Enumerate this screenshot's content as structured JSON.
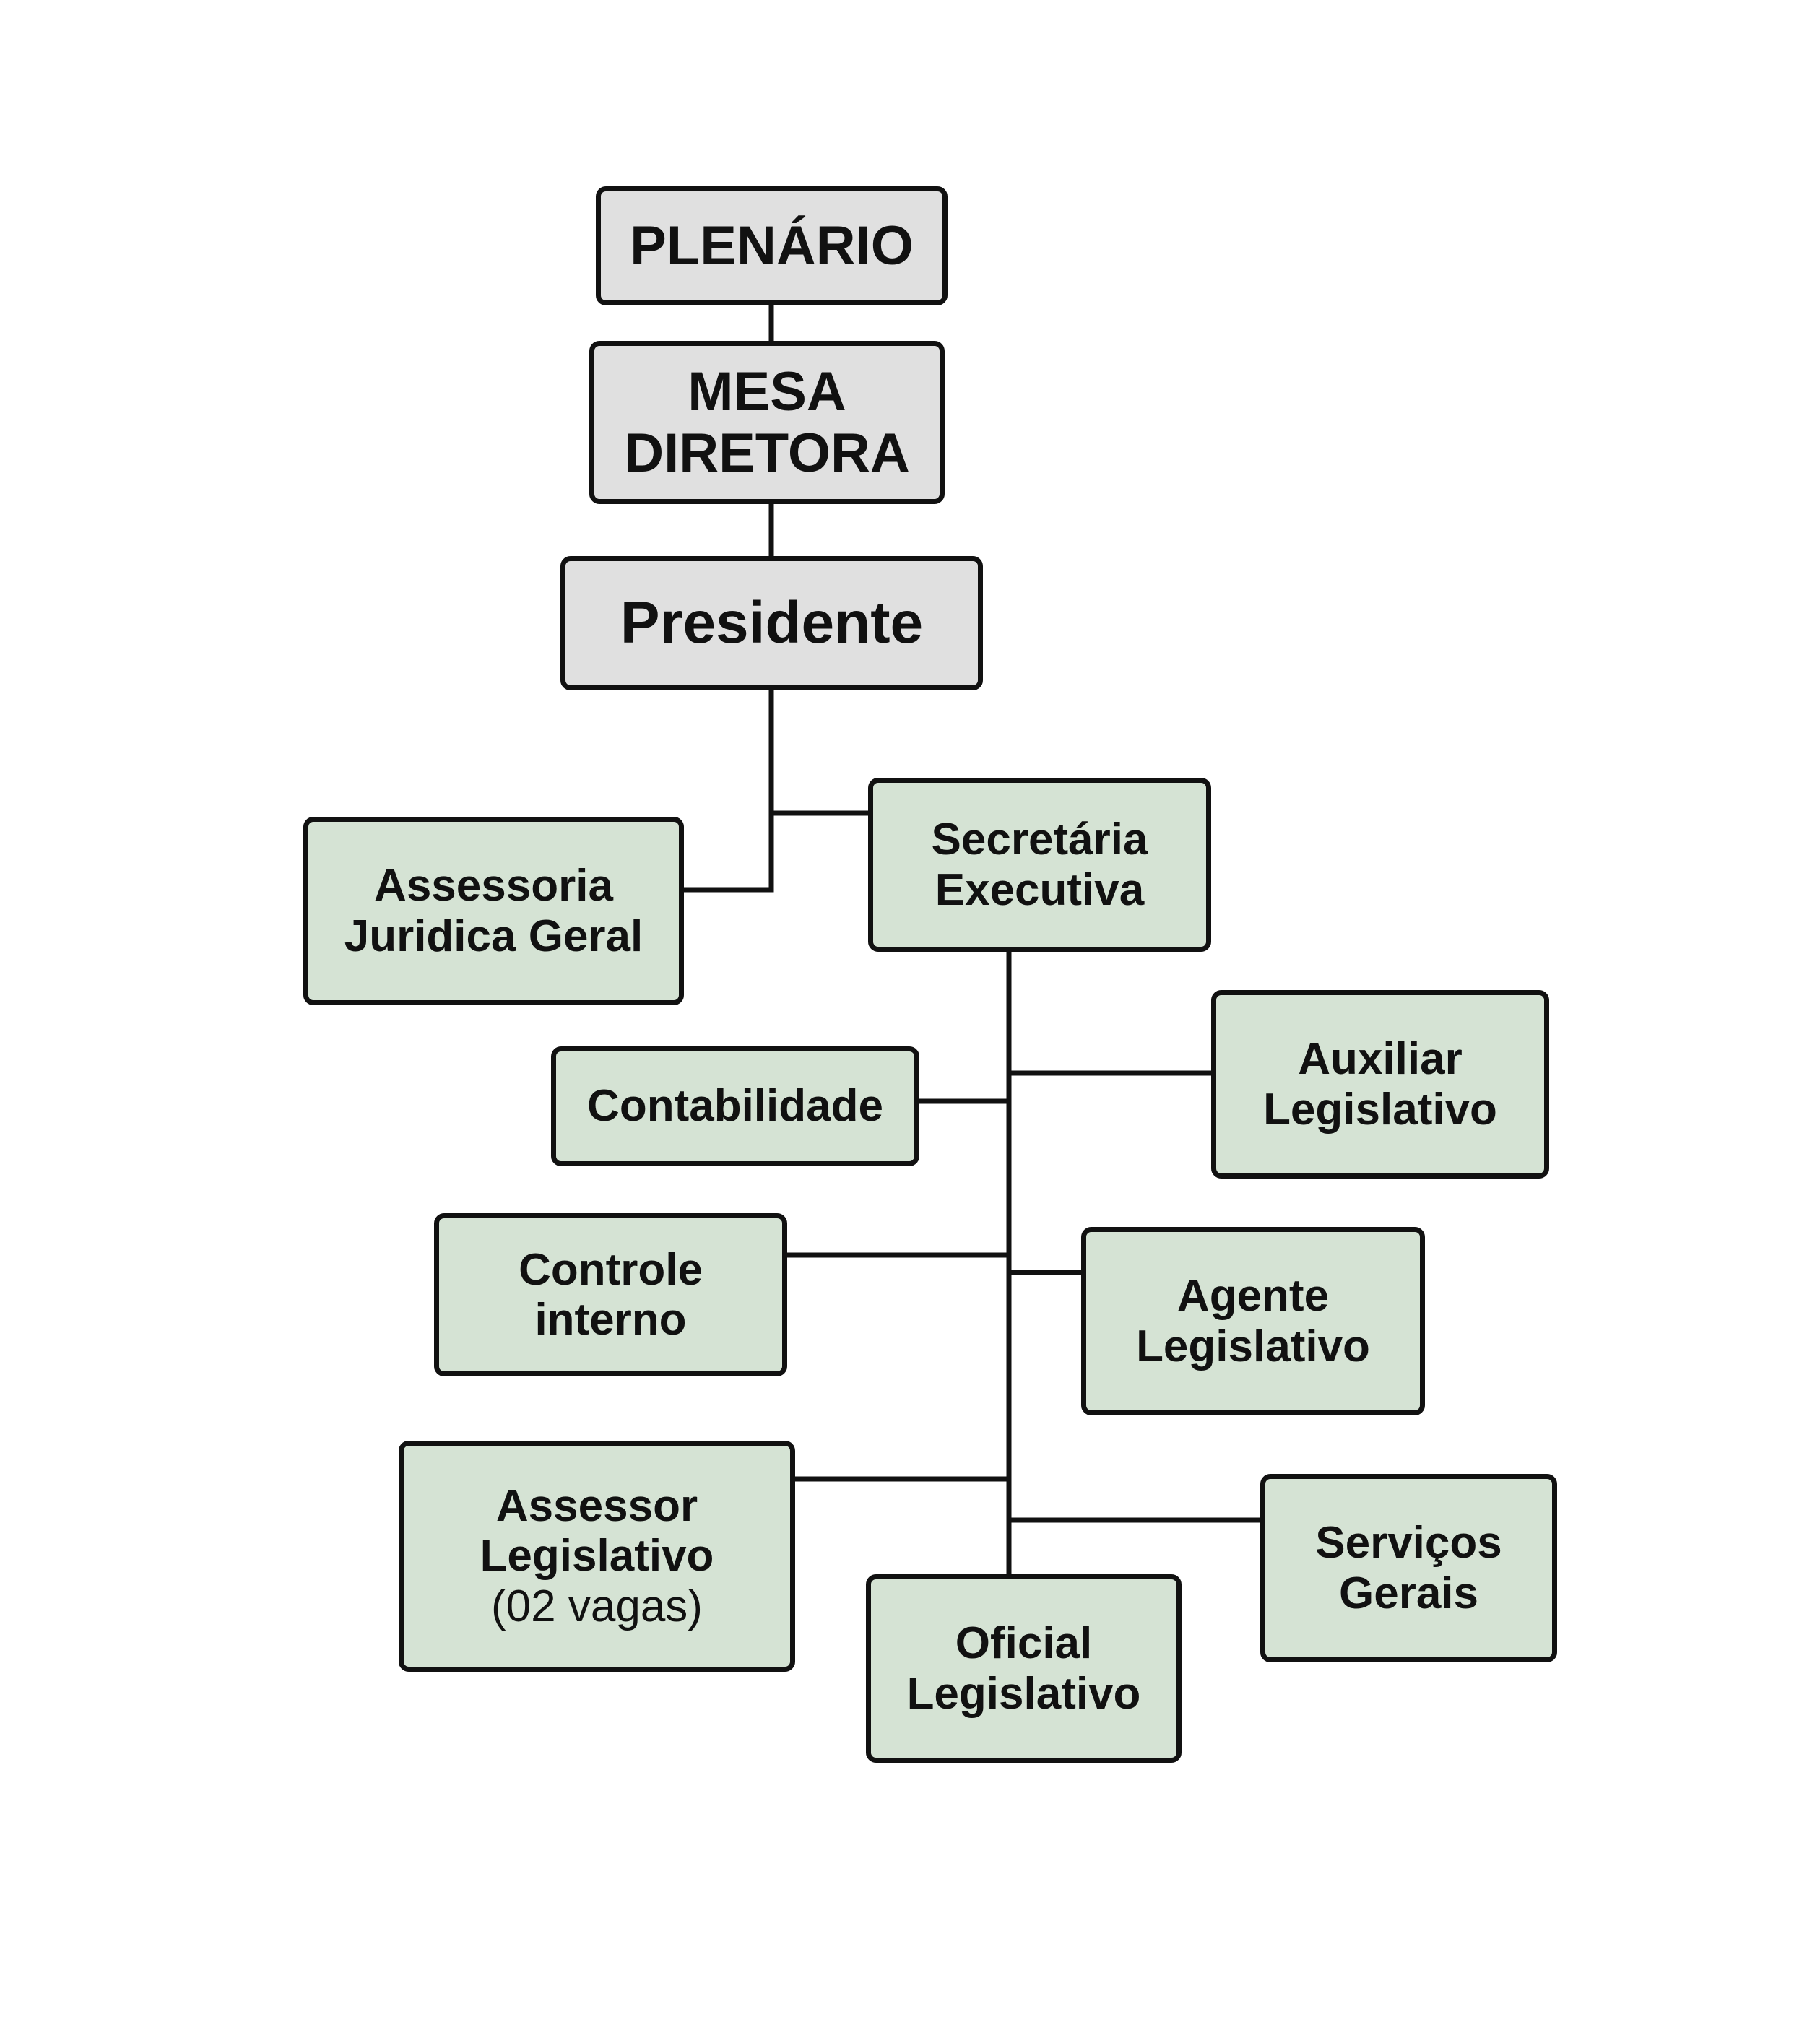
{
  "org_chart": {
    "plenario": {
      "lines": [
        "PLENÁRIO"
      ]
    },
    "mesa_diretora": {
      "lines": [
        "MESA",
        "DIRETORA"
      ]
    },
    "presidente": {
      "lines": [
        "Presidente"
      ]
    },
    "assessoria_juridica": {
      "lines": [
        "Assessoria",
        "Juridica Geral"
      ]
    },
    "secretaria_executiva": {
      "lines": [
        "Secretária",
        "Executiva"
      ]
    },
    "contabilidade": {
      "lines": [
        "Contabilidade"
      ]
    },
    "auxiliar_legislativo": {
      "lines": [
        "Auxiliar",
        "Legislativo"
      ]
    },
    "controle_interno": {
      "lines": [
        "Controle",
        "interno"
      ]
    },
    "agente_legislativo": {
      "lines": [
        "Agente",
        "Legislativo"
      ]
    },
    "assessor_legislativo": {
      "lines": [
        "Assessor",
        "Legislativo"
      ],
      "note": "(02 vagas)"
    },
    "servicos_gerais": {
      "lines": [
        "Serviços",
        "Gerais"
      ]
    },
    "oficial_legislativo": {
      "lines": [
        "Oficial",
        "Legislativo"
      ]
    }
  },
  "colors": {
    "top_fill": "#e0e0e0",
    "unit_fill": "#d5e3d4",
    "stroke": "#111111"
  }
}
